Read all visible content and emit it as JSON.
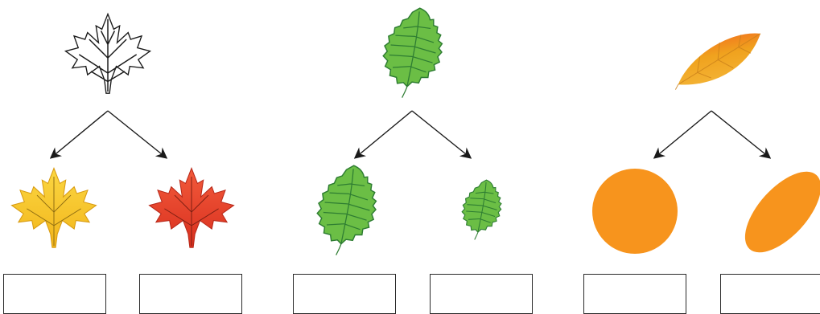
{
  "worksheet": {
    "groups": [
      {
        "attribute": "color",
        "source_icon": "maple-leaf-outline-icon",
        "options": [
          {
            "icon": "maple-leaf-yellow-icon",
            "color": "#F5C518"
          },
          {
            "icon": "maple-leaf-red-icon",
            "color": "#E8402A"
          }
        ],
        "answer": ""
      },
      {
        "attribute": "size",
        "source_icon": "birch-leaf-icon",
        "options": [
          {
            "icon": "birch-leaf-large-icon",
            "color": "#6BBE45"
          },
          {
            "icon": "birch-leaf-small-icon",
            "color": "#6BBE45"
          }
        ],
        "answer": ""
      },
      {
        "attribute": "shape",
        "source_icon": "autumn-leaf-icon",
        "options": [
          {
            "icon": "circle-shape-icon",
            "color": "#F7941D"
          },
          {
            "icon": "ellipse-shape-icon",
            "color": "#F7941D"
          }
        ],
        "answer": ""
      }
    ]
  },
  "colors": {
    "outline": "#1a1a1a",
    "leaf_green": "#6BBE45",
    "leaf_green_dark": "#2E7D32",
    "maple_yellow": "#F5C518",
    "maple_red": "#E8402A",
    "shape_orange": "#F7941D",
    "autumn_leaf": "#F0A21E"
  }
}
